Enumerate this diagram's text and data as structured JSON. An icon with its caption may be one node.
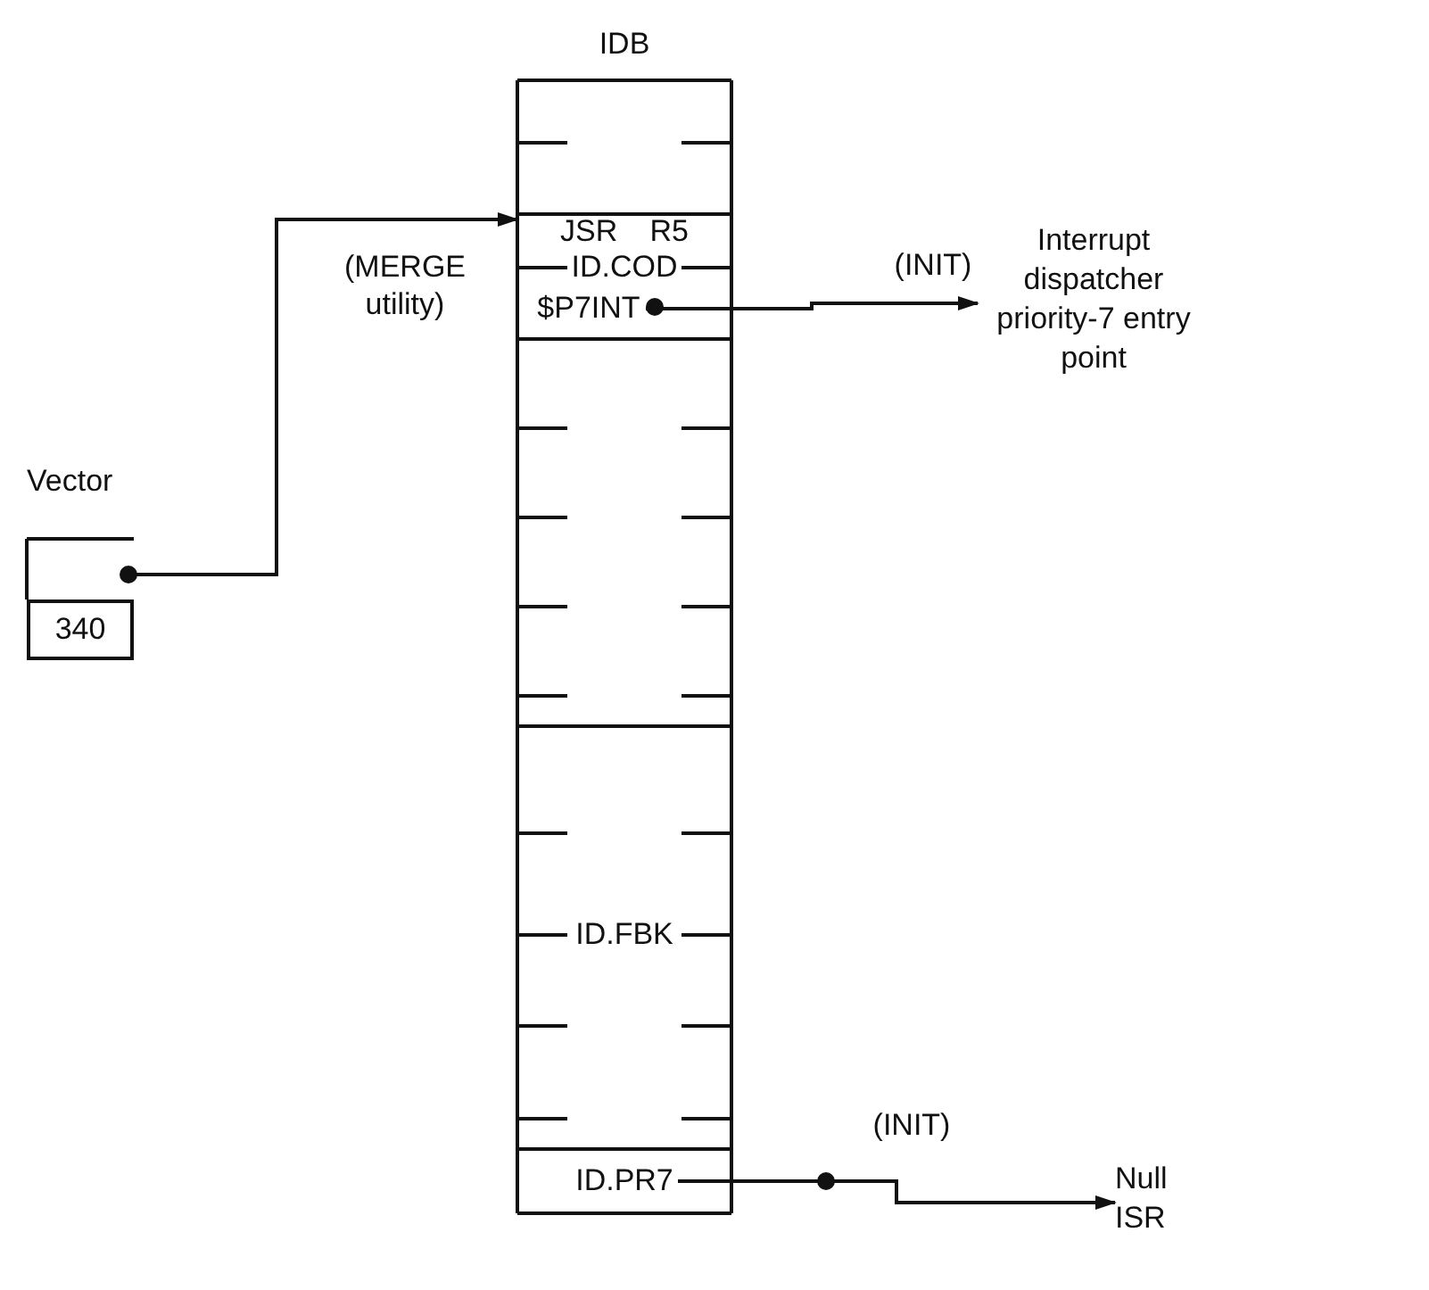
{
  "diagram": {
    "nodes": [
      {
        "text": [
          "IDB"
        ]
      },
      {
        "text": [
          "JSR",
          "R5"
        ],
        "in": 0
      },
      {
        "text": [
          "ID.COD"
        ],
        "in": 0
      },
      {
        "text": [
          "$P7INT"
        ],
        "in": 0
      },
      {
        "text": [
          "ID.FBK"
        ],
        "in": 0
      },
      {
        "text": [
          "ID.PR7"
        ],
        "in": 0
      },
      {
        "text": [
          "Vector"
        ]
      },
      {
        "text": [
          "340"
        ]
      },
      {
        "text": [
          "Interrupt dispatcher priority-7 entry point"
        ]
      },
      {
        "text": [
          "Null ISR"
        ]
      }
    ],
    "edges": [
      {
        "from": 6,
        "to": 1,
        "arrow": "to",
        "label": "(MERGE utility)"
      },
      {
        "from": 3,
        "to": 8,
        "arrow": "to",
        "label": "(INIT)"
      },
      {
        "from": 5,
        "to": 9,
        "arrow": "to",
        "label": "(INIT)"
      }
    ]
  }
}
